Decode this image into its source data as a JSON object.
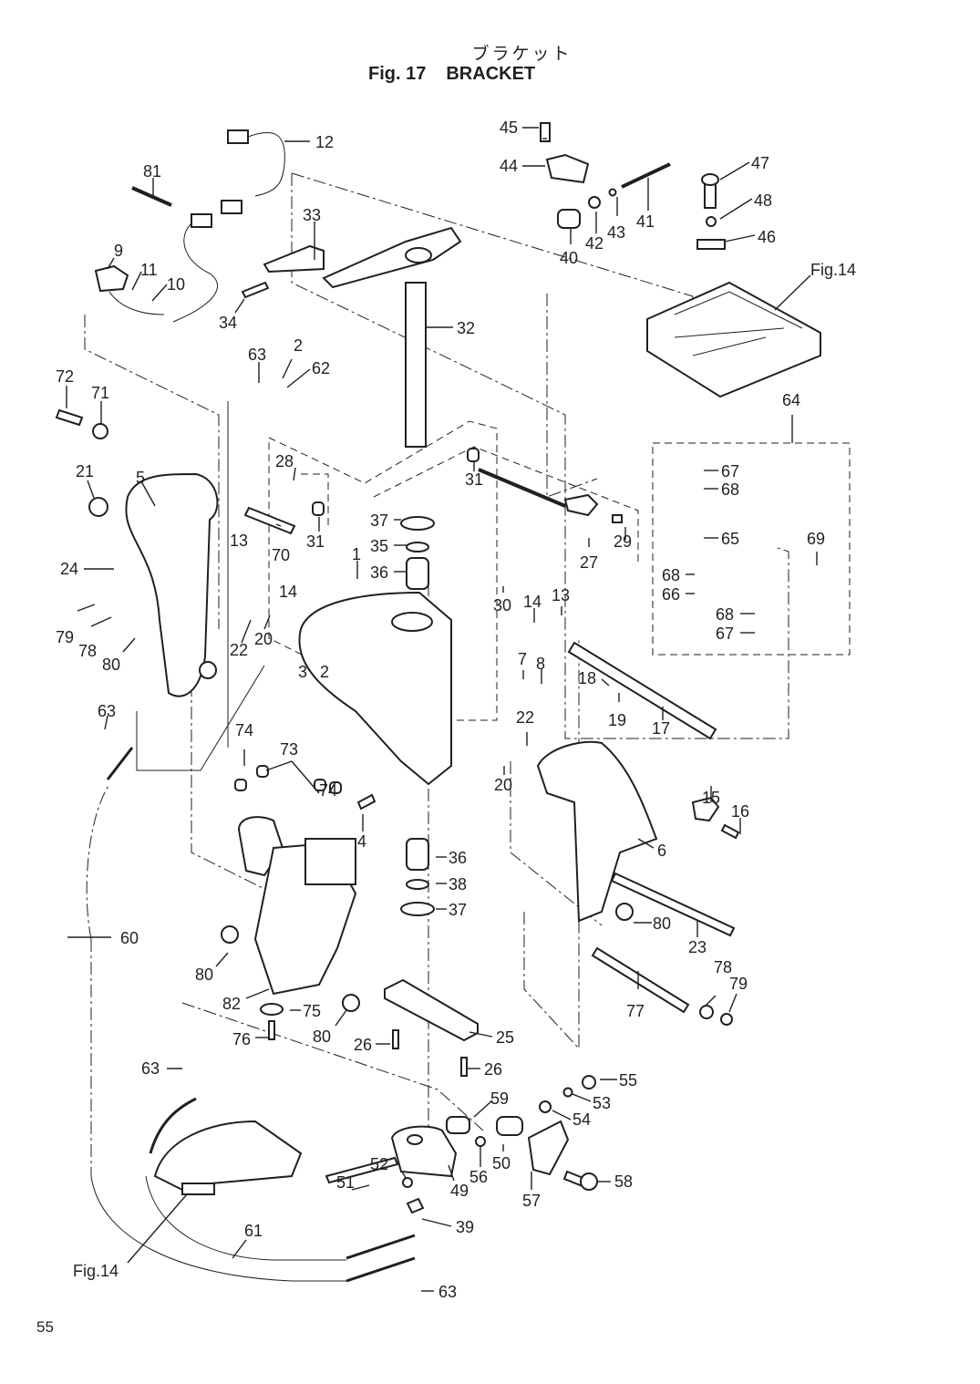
{
  "figure": {
    "title_jp": "ブラケット",
    "fig_label": "Fig. 17",
    "title_en": "BRACKET",
    "page_number": "55"
  },
  "references": [
    "Fig.14",
    "Fig.14"
  ],
  "callouts": [
    {
      "id": "12",
      "text": "12"
    },
    {
      "id": "81",
      "text": "81"
    },
    {
      "id": "33",
      "text": "33"
    },
    {
      "id": "9",
      "text": "9"
    },
    {
      "id": "11",
      "text": "11"
    },
    {
      "id": "10",
      "text": "10"
    },
    {
      "id": "34",
      "text": "34"
    },
    {
      "id": "32",
      "text": "32"
    },
    {
      "id": "63a",
      "text": "63"
    },
    {
      "id": "2a",
      "text": "2"
    },
    {
      "id": "62",
      "text": "62"
    },
    {
      "id": "72",
      "text": "72"
    },
    {
      "id": "71",
      "text": "71"
    },
    {
      "id": "21",
      "text": "21"
    },
    {
      "id": "5",
      "text": "5"
    },
    {
      "id": "28",
      "text": "28"
    },
    {
      "id": "31a",
      "text": "31"
    },
    {
      "id": "31b",
      "text": "31"
    },
    {
      "id": "37a",
      "text": "37"
    },
    {
      "id": "35",
      "text": "35"
    },
    {
      "id": "1",
      "text": "1"
    },
    {
      "id": "36a",
      "text": "36"
    },
    {
      "id": "70",
      "text": "70"
    },
    {
      "id": "13a",
      "text": "13"
    },
    {
      "id": "14a",
      "text": "14"
    },
    {
      "id": "24",
      "text": "24"
    },
    {
      "id": "22a",
      "text": "22"
    },
    {
      "id": "20a",
      "text": "20"
    },
    {
      "id": "79a",
      "text": "79"
    },
    {
      "id": "78a",
      "text": "78"
    },
    {
      "id": "80a",
      "text": "80"
    },
    {
      "id": "3",
      "text": "3"
    },
    {
      "id": "2b",
      "text": "2"
    },
    {
      "id": "45",
      "text": "45"
    },
    {
      "id": "44",
      "text": "44"
    },
    {
      "id": "40",
      "text": "40"
    },
    {
      "id": "42",
      "text": "42"
    },
    {
      "id": "43",
      "text": "43"
    },
    {
      "id": "41",
      "text": "41"
    },
    {
      "id": "47",
      "text": "47"
    },
    {
      "id": "48",
      "text": "48"
    },
    {
      "id": "46",
      "text": "46"
    },
    {
      "id": "64",
      "text": "64"
    },
    {
      "id": "67a",
      "text": "67"
    },
    {
      "id": "68a",
      "text": "68"
    },
    {
      "id": "65",
      "text": "65"
    },
    {
      "id": "69",
      "text": "69"
    },
    {
      "id": "68b",
      "text": "68"
    },
    {
      "id": "66",
      "text": "66"
    },
    {
      "id": "68c",
      "text": "68"
    },
    {
      "id": "67b",
      "text": "67"
    },
    {
      "id": "29",
      "text": "29"
    },
    {
      "id": "27",
      "text": "27"
    },
    {
      "id": "30",
      "text": "30"
    },
    {
      "id": "14b",
      "text": "14"
    },
    {
      "id": "13b",
      "text": "13"
    },
    {
      "id": "7",
      "text": "7"
    },
    {
      "id": "8",
      "text": "8"
    },
    {
      "id": "18",
      "text": "18"
    },
    {
      "id": "19",
      "text": "19"
    },
    {
      "id": "17",
      "text": "17"
    },
    {
      "id": "22b",
      "text": "22"
    },
    {
      "id": "20b",
      "text": "20"
    },
    {
      "id": "6",
      "text": "6"
    },
    {
      "id": "15",
      "text": "15"
    },
    {
      "id": "16",
      "text": "16"
    },
    {
      "id": "63b",
      "text": "63"
    },
    {
      "id": "74a",
      "text": "74"
    },
    {
      "id": "73",
      "text": "73"
    },
    {
      "id": "74b",
      "text": "74"
    },
    {
      "id": "4",
      "text": "4"
    },
    {
      "id": "36b",
      "text": "36"
    },
    {
      "id": "38",
      "text": "38"
    },
    {
      "id": "37b",
      "text": "37"
    },
    {
      "id": "60",
      "text": "60"
    },
    {
      "id": "80b",
      "text": "80"
    },
    {
      "id": "80c",
      "text": "80"
    },
    {
      "id": "23",
      "text": "23"
    },
    {
      "id": "82",
      "text": "82"
    },
    {
      "id": "75",
      "text": "75"
    },
    {
      "id": "80d",
      "text": "80"
    },
    {
      "id": "76",
      "text": "76"
    },
    {
      "id": "26a",
      "text": "26"
    },
    {
      "id": "25",
      "text": "25"
    },
    {
      "id": "26b",
      "text": "26"
    },
    {
      "id": "77",
      "text": "77"
    },
    {
      "id": "78b",
      "text": "78"
    },
    {
      "id": "79b",
      "text": "79"
    },
    {
      "id": "63c",
      "text": "63"
    },
    {
      "id": "55",
      "text": "55"
    },
    {
      "id": "53",
      "text": "53"
    },
    {
      "id": "59",
      "text": "59"
    },
    {
      "id": "54",
      "text": "54"
    },
    {
      "id": "52",
      "text": "52"
    },
    {
      "id": "50",
      "text": "50"
    },
    {
      "id": "56",
      "text": "56"
    },
    {
      "id": "49",
      "text": "49"
    },
    {
      "id": "51",
      "text": "51"
    },
    {
      "id": "57",
      "text": "57"
    },
    {
      "id": "58",
      "text": "58"
    },
    {
      "id": "39",
      "text": "39"
    },
    {
      "id": "61",
      "text": "61"
    },
    {
      "id": "63d",
      "text": "63"
    }
  ]
}
